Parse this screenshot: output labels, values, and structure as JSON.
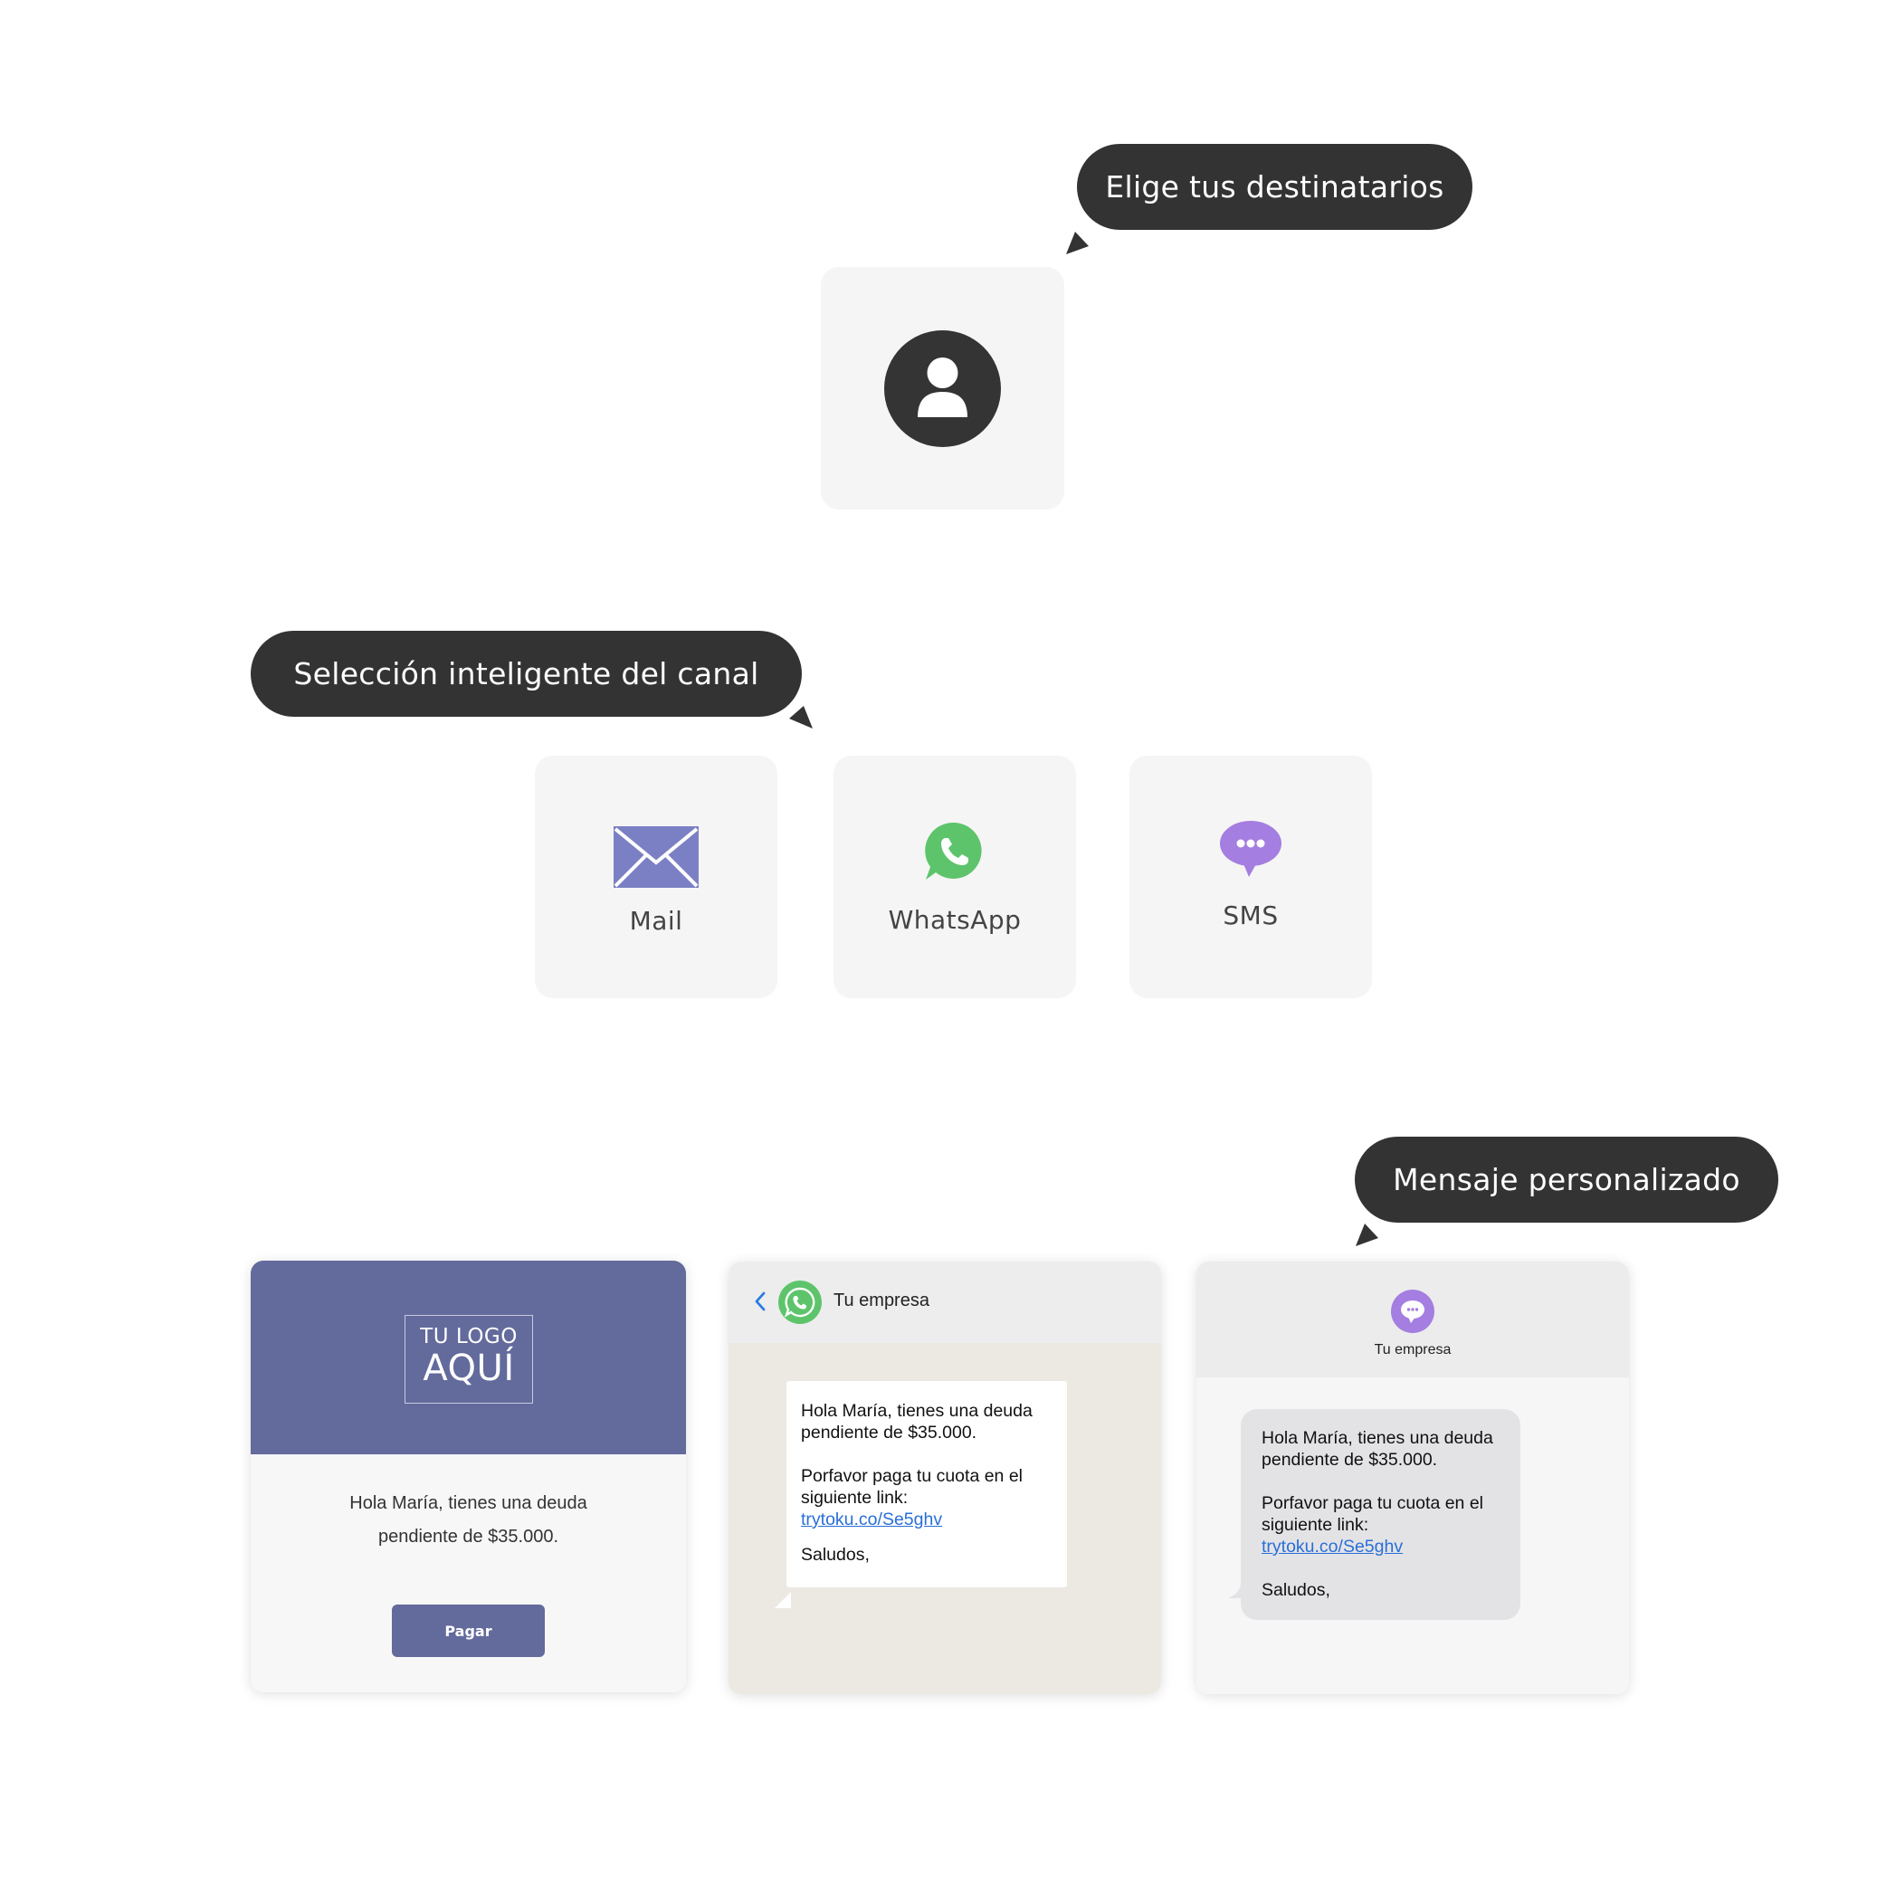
{
  "steps": {
    "recipients_label": "Elige tus destinatarios",
    "channel_label": "Selección inteligente del canal",
    "message_label": "Mensaje personalizado"
  },
  "channels": {
    "mail": {
      "label": "Mail",
      "icon": "envelope-icon",
      "color": "#7b80c4"
    },
    "whatsapp": {
      "label": "WhatsApp",
      "icon": "whatsapp-icon",
      "color": "#5ec46b"
    },
    "sms": {
      "label": "SMS",
      "icon": "chat-bubble-icon",
      "color": "#a47ee0"
    }
  },
  "email_preview": {
    "logo_line1": "TU LOGO",
    "logo_line2": "AQUÍ",
    "line1": "Hola María,  tienes una deuda",
    "line2": "pendiente de $35.000.",
    "button": "Pagar",
    "brand_color": "#636a9c"
  },
  "whatsapp_preview": {
    "contact": "Tu empresa",
    "line1": "Hola María, tienes una deuda",
    "line2": "pendiente de $35.000.",
    "line3": "Porfavor paga tu cuota en el",
    "line4": "siguiente link:",
    "link": "trytoku.co/Se5ghv",
    "signoff": "Saludos,"
  },
  "sms_preview": {
    "contact": "Tu empresa",
    "line1": "Hola María, tienes una deuda",
    "line2": "pendiente de $35.000.",
    "line3": "Porfavor paga tu cuota en el",
    "line4": "siguiente link:",
    "link": "trytoku.co/Se5ghv",
    "signoff": "Saludos,"
  }
}
